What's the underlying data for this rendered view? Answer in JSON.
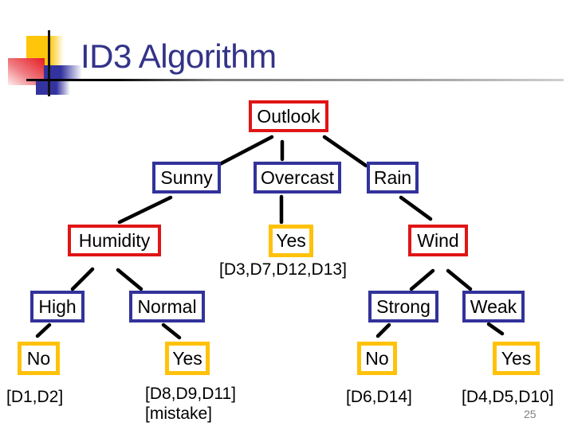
{
  "slide": {
    "title": "ID3 Algorithm",
    "page_number": "25"
  },
  "colors": {
    "title_text": "#333388",
    "decision_node_border": "#e01515",
    "value_node_border": "#32329b",
    "leaf_node_border": "#ffc20a",
    "connector_line": "#000000",
    "background": "#ffffff"
  },
  "nodes": {
    "outlook": "Outlook",
    "sunny": "Sunny",
    "overcast": "Overcast",
    "rain": "Rain",
    "humidity": "Humidity",
    "yes_overcast": "Yes",
    "wind": "Wind",
    "high": "High",
    "normal": "Normal",
    "strong": "Strong",
    "weak": "Weak",
    "no_high": "No",
    "yes_normal": "Yes",
    "no_strong": "No",
    "yes_weak": "Yes"
  },
  "example_sets": {
    "overcast": "[D3,D7,D12,D13]",
    "high": "[D1,D2]",
    "normal_line1": "[D8,D9,D11]",
    "normal_line2": "[mistake]",
    "strong": "[D6,D14]",
    "weak": "[D4,D5,D10]"
  }
}
